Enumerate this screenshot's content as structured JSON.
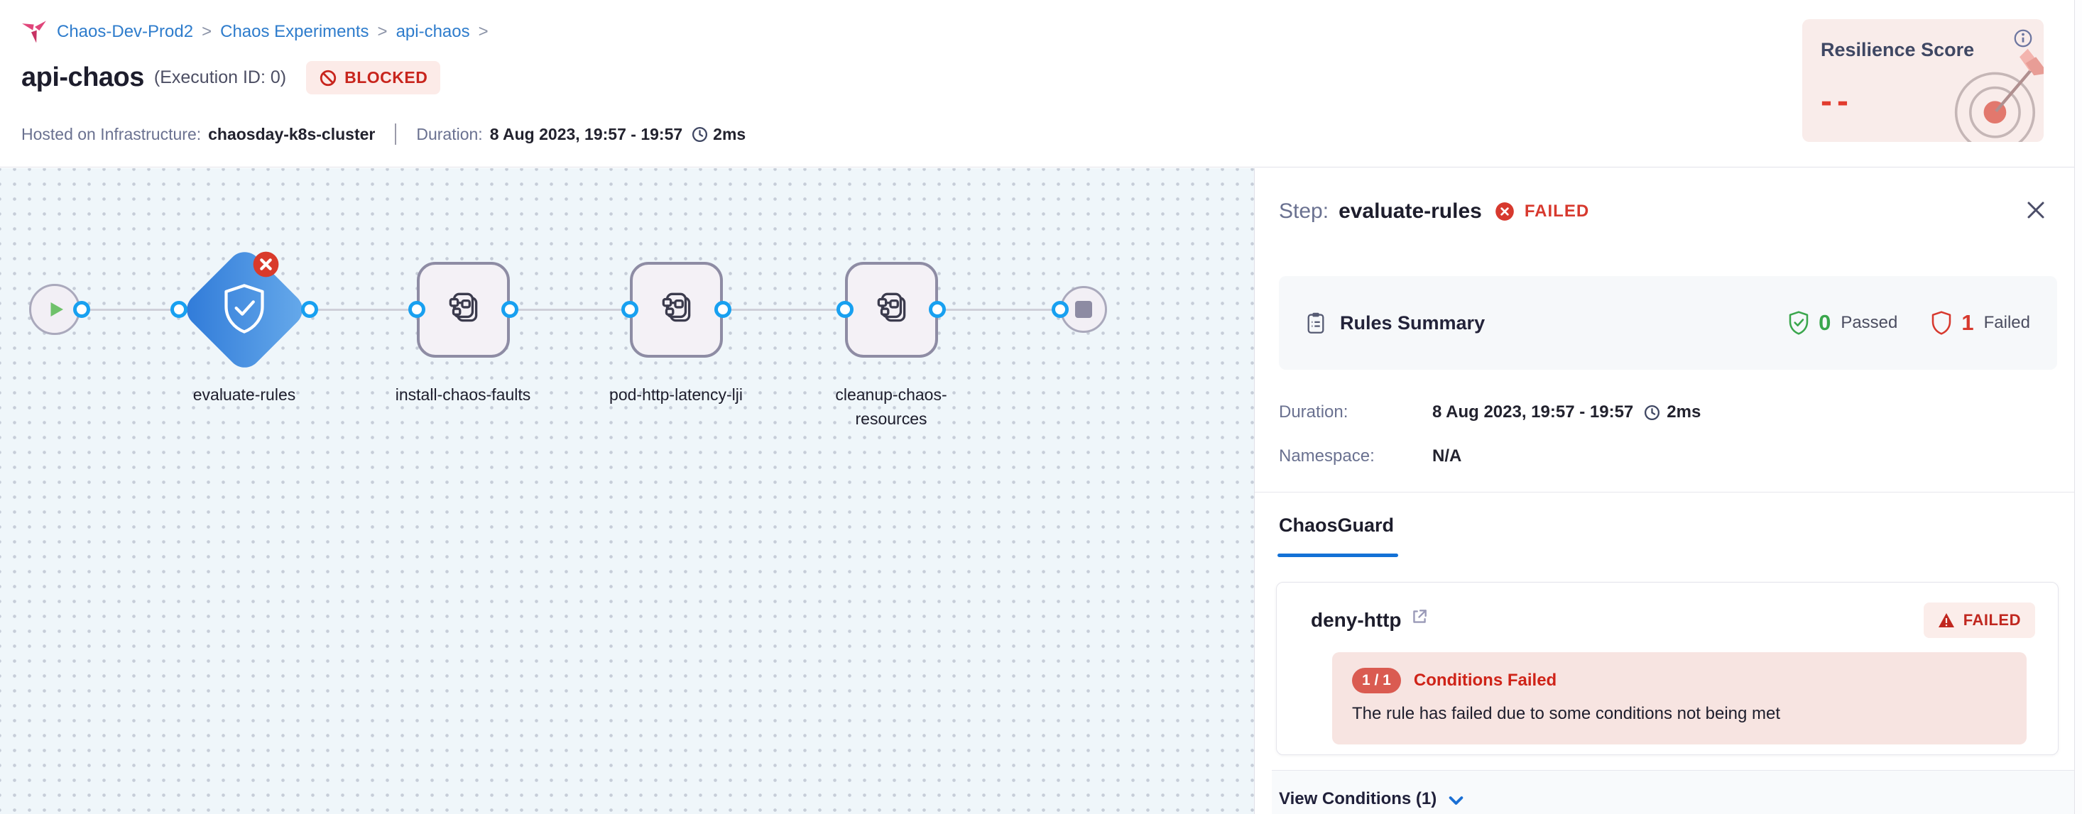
{
  "breadcrumb": {
    "items": [
      "Chaos-Dev-Prod2",
      "Chaos Experiments",
      "api-chaos"
    ],
    "separator": ">"
  },
  "header": {
    "title": "api-chaos",
    "execution_id": "(Execution ID: 0)",
    "status": "BLOCKED",
    "infra_label": "Hosted on Infrastructure:",
    "infra_value": "chaosday-k8s-cluster",
    "duration_label": "Duration:",
    "duration_value": "8 Aug 2023, 19:57 - 19:57",
    "duration_elapsed": "2ms",
    "resilience_title": "Resilience Score",
    "resilience_value": "--"
  },
  "pipeline": {
    "nodes": [
      {
        "label": "evaluate-rules",
        "type": "chaosguard",
        "status": "failed"
      },
      {
        "label": "install-chaos-faults",
        "type": "step-group"
      },
      {
        "label": "pod-http-latency-lji",
        "type": "step-group"
      },
      {
        "label": "cleanup-chaos-resources",
        "type": "step-group"
      }
    ],
    "start_icon": "play-icon",
    "end_icon": "stop-icon"
  },
  "panel": {
    "step_label": "Step:",
    "step_name": "evaluate-rules",
    "step_status": "FAILED",
    "rules_summary": {
      "title": "Rules Summary",
      "passed_count": "0",
      "passed_label": "Passed",
      "failed_count": "1",
      "failed_label": "Failed"
    },
    "duration_label": "Duration:",
    "duration_value": "8 Aug 2023, 19:57 - 19:57",
    "duration_elapsed": "2ms",
    "namespace_label": "Namespace:",
    "namespace_value": "N/A",
    "tab_label": "ChaosGuard",
    "rule_card": {
      "name": "deny-http",
      "status": "FAILED",
      "conditions_ratio": "1 / 1",
      "conditions_title": "Conditions Failed",
      "conditions_message": "The rule has failed due to some conditions not being met"
    },
    "view_conditions_label": "View Conditions (1)"
  },
  "colors": {
    "link_blue": "#2e7ccc",
    "status_red": "#d7392e",
    "status_red_bg": "#fcebe8",
    "success_green": "#3aa64c",
    "tab_accent": "#1371d6",
    "diamond_blue": "#3c86dd",
    "port_blue": "#18a0f0",
    "canvas_bg": "#eff6fa",
    "brand_magenta": "#df3e6e",
    "resilience_bg": "#f9ecea"
  }
}
